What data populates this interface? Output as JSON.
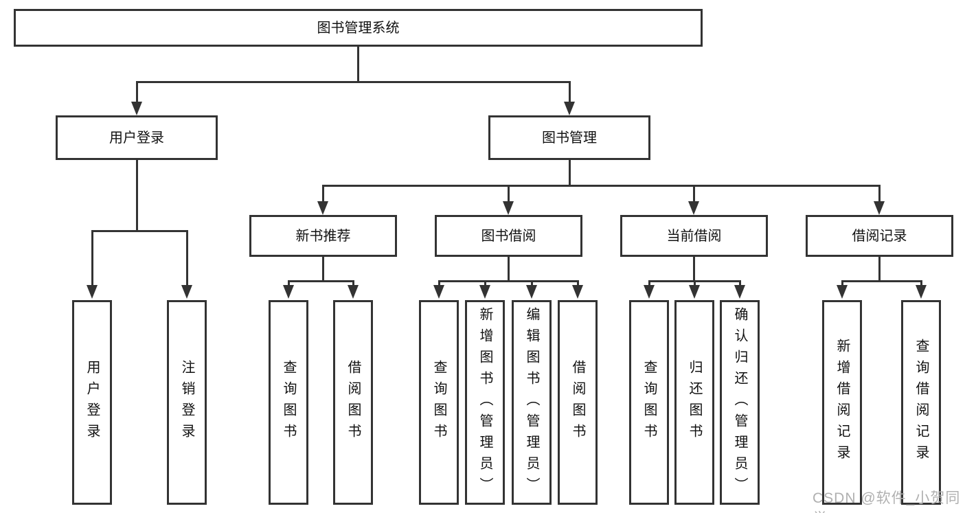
{
  "diagram": {
    "root": {
      "label": "图书管理系统"
    },
    "branches": [
      {
        "label": "用户登录",
        "children": [
          {
            "label": "用户登录"
          },
          {
            "label": "注销登录"
          }
        ]
      },
      {
        "label": "图书管理",
        "children": [
          {
            "label": "新书推荐",
            "children": [
              {
                "label": "查询图书"
              },
              {
                "label": "借阅图书"
              }
            ]
          },
          {
            "label": "图书借阅",
            "children": [
              {
                "label": "查询图书"
              },
              {
                "label": "新增图书（管理员）"
              },
              {
                "label": "编辑图书（管理员）"
              },
              {
                "label": "借阅图书"
              }
            ]
          },
          {
            "label": "当前借阅",
            "children": [
              {
                "label": "查询图书"
              },
              {
                "label": "归还图书"
              },
              {
                "label": "确认归还（管理员）"
              }
            ]
          },
          {
            "label": "借阅记录",
            "children": [
              {
                "label": "新增借阅记录"
              },
              {
                "label": "查询借阅记录"
              }
            ]
          }
        ]
      }
    ]
  },
  "watermark": {
    "text": "CSDN @软件_小贺同学"
  },
  "colors": {
    "line": "#333333",
    "box_border": "#333333",
    "text": "#111111",
    "watermark": "#b0b0b0",
    "background": "#ffffff"
  }
}
